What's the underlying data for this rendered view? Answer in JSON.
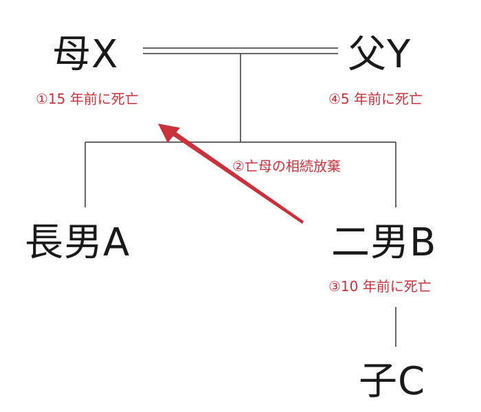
{
  "diagram": {
    "persons": {
      "mother": "母X",
      "father": "父Y",
      "eldest_son": "長男A",
      "second_son": "二男B",
      "child": "子C"
    },
    "annotations": {
      "mother_death": "①15 年前に死亡",
      "father_death": "④5 年前に死亡",
      "renunciation": "②亡母の相続放棄",
      "second_son_death": "③10 年前に死亡"
    },
    "colors": {
      "line": "#333333",
      "accent": "#c8323a",
      "text": "#1a1a1a"
    }
  }
}
